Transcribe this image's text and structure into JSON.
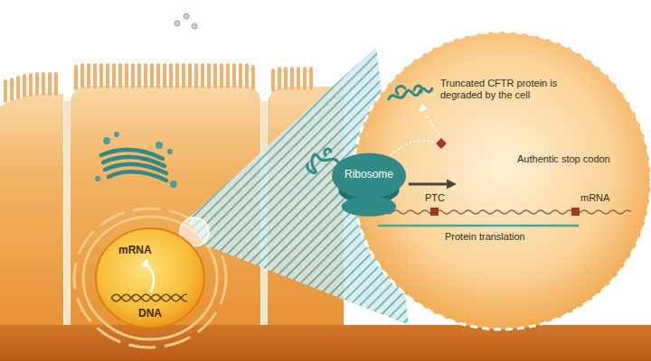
{
  "diagram": {
    "nodes": [
      {
        "text": [
          "mRNA",
          "DNA"
        ]
      },
      {
        "text": [
          "Ribosome"
        ]
      }
    ],
    "labels": [
      "Truncated CFTR protein is degraded by the cell",
      "Authentic stop codon",
      "PTC",
      "mRNA",
      "Protein translation"
    ]
  }
}
